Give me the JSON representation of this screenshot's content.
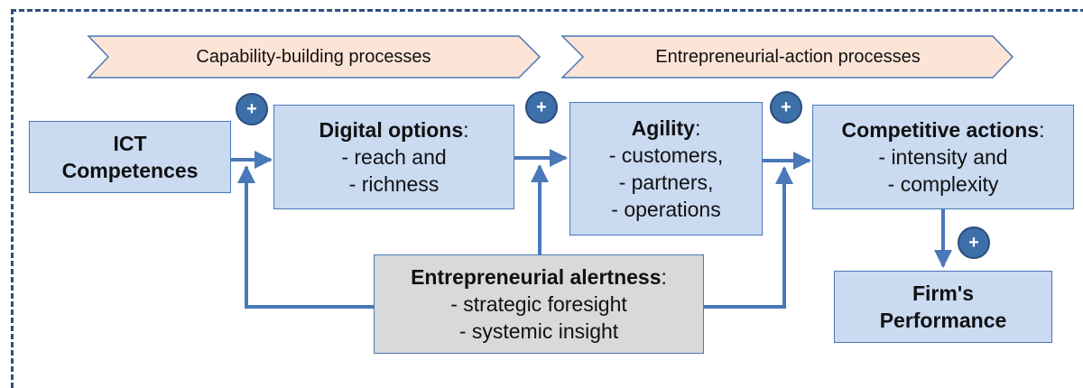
{
  "phases": [
    {
      "label": "Capability-building processes"
    },
    {
      "label": "Entrepreneurial-action processes"
    }
  ],
  "boxes": {
    "ict": {
      "title_line1": "ICT",
      "title_line2": "Competences"
    },
    "digital": {
      "title": "Digital options",
      "suffix": ":",
      "lines": [
        "- reach and",
        "- richness"
      ]
    },
    "agility": {
      "title": "Agility",
      "suffix": ":",
      "lines": [
        "- customers,",
        "- partners,",
        "- operations"
      ]
    },
    "competitive": {
      "title": "Competitive actions",
      "suffix": ":",
      "lines": [
        "- intensity and",
        "- complexity"
      ]
    },
    "alertness": {
      "title": "Entrepreneurial alertness",
      "suffix": ":",
      "lines": [
        "- strategic foresight",
        "- systemic insight"
      ]
    },
    "performance": {
      "title_line1": "Firm's",
      "title_line2": "Performance"
    }
  },
  "plus_symbol": "+",
  "colors": {
    "box_blue": "#c9daf1",
    "box_gray": "#d9d9d9",
    "arrow": "#4a78b8",
    "phase_fill": "#fce4d6",
    "plus_circle": "#3d6fa8",
    "frame": "#2f4f7a"
  }
}
